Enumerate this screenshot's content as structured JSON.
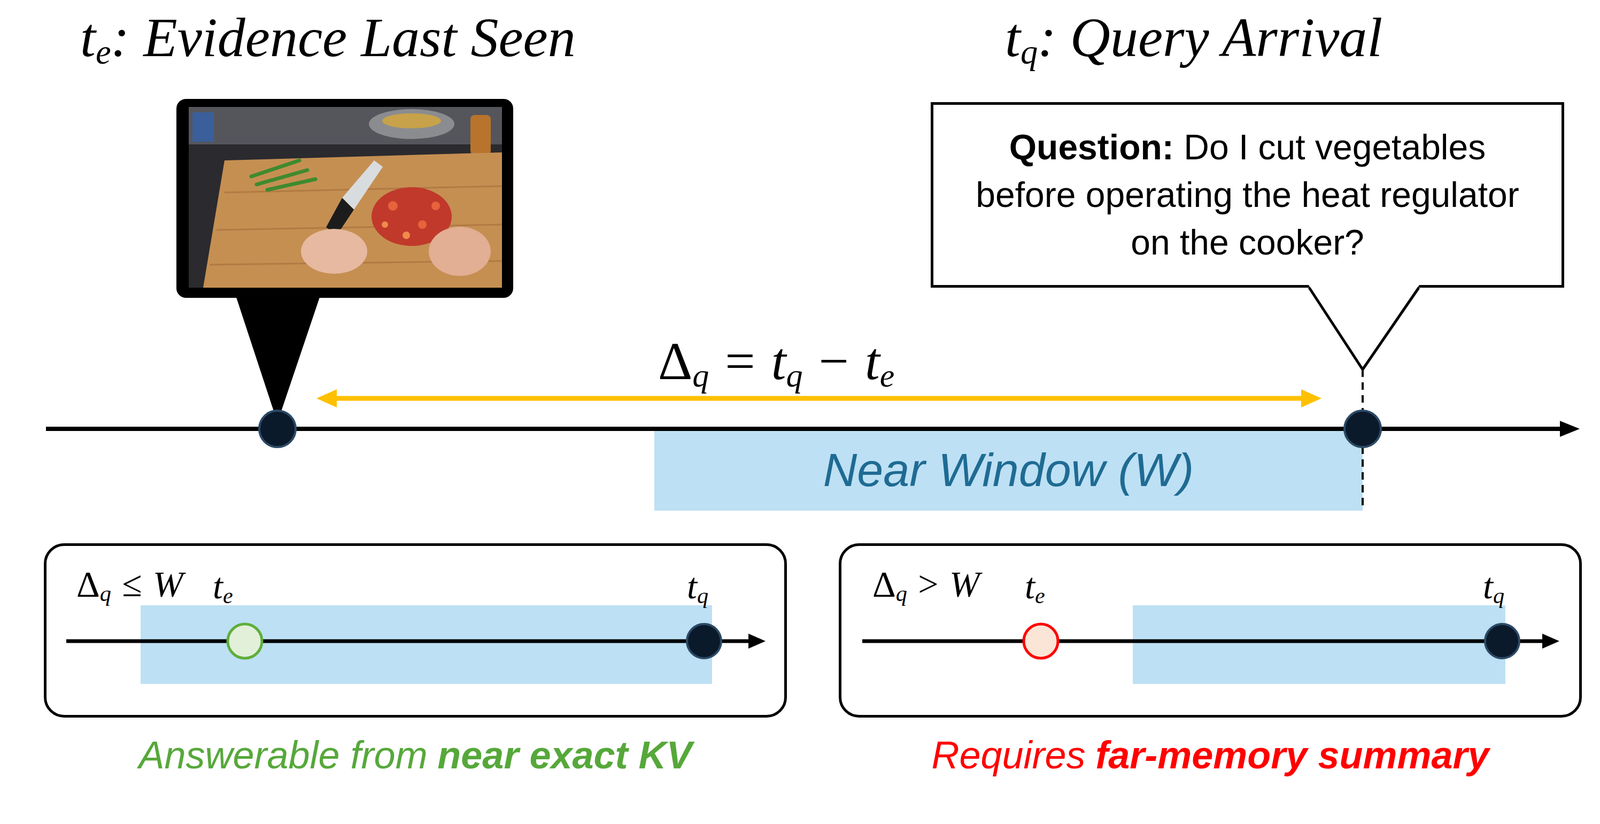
{
  "diagram": {
    "nodes": [
      {
        "text": [
          "Question:",
          "Do I cut vegetables before operating the heat regulator on the cooker?"
        ]
      },
      {
        "text": [
          "Near Window (W)"
        ]
      },
      {
        "text": [
          "Answerable from",
          "near exact KV"
        ]
      },
      {
        "text": [
          "Requires",
          "far-memory summary"
        ]
      }
    ],
    "labels": [
      "t",
      "e",
      ": Evidence Last Seen",
      "t",
      "q",
      ": Query Arrival",
      "Δ",
      "q",
      "=",
      "t",
      "q",
      "−",
      "t",
      "e",
      "Δ",
      "q",
      "≤",
      "W",
      "t",
      "e",
      "t",
      "q",
      "Δ",
      "q",
      ">",
      "W",
      "t",
      "e",
      "t",
      "q"
    ]
  }
}
